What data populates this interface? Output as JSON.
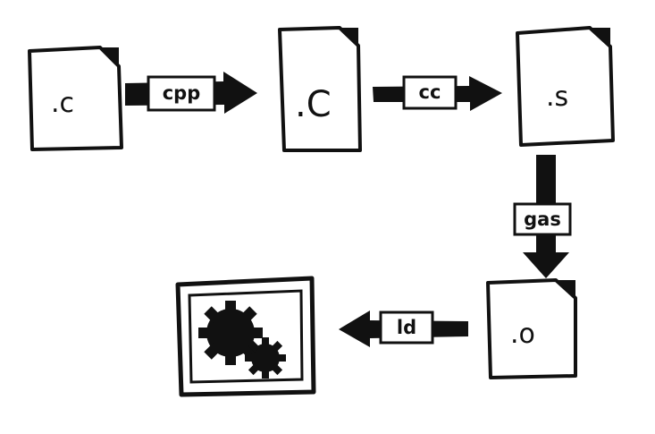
{
  "diagram": {
    "files": [
      {
        "id": "c_source",
        "label": ".c"
      },
      {
        "id": "c_preprocessed",
        "label": ".C"
      },
      {
        "id": "assembly",
        "label": ".s"
      },
      {
        "id": "object",
        "label": ".o"
      }
    ],
    "tools": [
      {
        "id": "cpp",
        "label": "cpp",
        "from": "c_source",
        "to": "c_preprocessed"
      },
      {
        "id": "cc",
        "label": "cc",
        "from": "c_preprocessed",
        "to": "assembly"
      },
      {
        "id": "gas",
        "label": "gas",
        "from": "assembly",
        "to": "object"
      },
      {
        "id": "ld",
        "label": "ld",
        "from": "object",
        "to": "executable"
      }
    ],
    "executable_icon": "gears-icon",
    "colors": {
      "ink": "#111111",
      "paper": "#ffffff"
    }
  }
}
